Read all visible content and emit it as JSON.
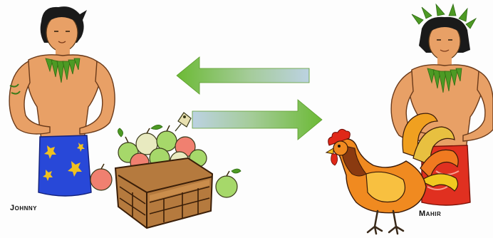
{
  "people": {
    "left_name": "Johnny",
    "right_name": "Mahir"
  },
  "arrows": {
    "top_direction": "left",
    "bottom_direction": "right",
    "gradient_from": "#7cc243",
    "gradient_to": "#b8d0e0"
  },
  "icons": [
    "person-icon",
    "fruit-crate-icon",
    "rooster-icon",
    "arrow-left-icon",
    "arrow-right-icon"
  ],
  "colors": {
    "skin": "#e8a066",
    "leaf": "#5a9a2a",
    "blue_skirt": "#2848d8",
    "red_skirt": "#e03020",
    "apple_green": "#a6d86a",
    "apple_red": "#f08070",
    "crate": "#7a4a22"
  }
}
